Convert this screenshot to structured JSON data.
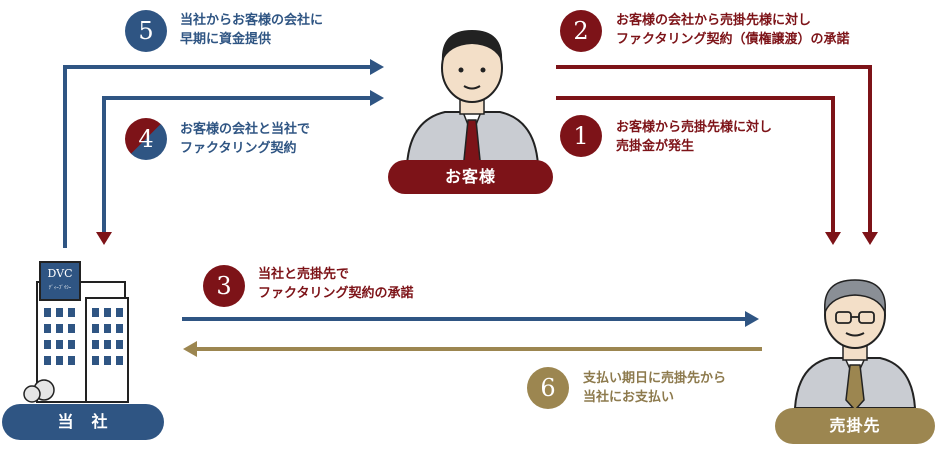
{
  "colors": {
    "blue": "#2f5583",
    "red": "#7d1318",
    "gold": "#9c8650"
  },
  "steps": [
    {
      "num": "1",
      "line1": "お客様から売掛先様に対し",
      "line2": "売掛金が発生"
    },
    {
      "num": "2",
      "line1": "お客様の会社から売掛先様に対し",
      "line2": "ファクタリング契約（債権譲渡）の承諾"
    },
    {
      "num": "3",
      "line1": "当社と売掛先で",
      "line2": "ファクタリング契約の承諾"
    },
    {
      "num": "4",
      "line1": "お客様の会社と当社で",
      "line2": "ファクタリング契約"
    },
    {
      "num": "5",
      "line1": "当社からお客様の会社に",
      "line2": "早期に資金提供"
    },
    {
      "num": "6",
      "line1": "支払い期日に売掛先から",
      "line2": "当社にお支払い"
    }
  ],
  "actors": {
    "customer": "お客様",
    "company": "当　社",
    "debtor": "売掛先"
  },
  "building_sign": {
    "letters": "DVC",
    "sub": "ﾃﾞｨｰﾌﾞｲｼｰ"
  }
}
